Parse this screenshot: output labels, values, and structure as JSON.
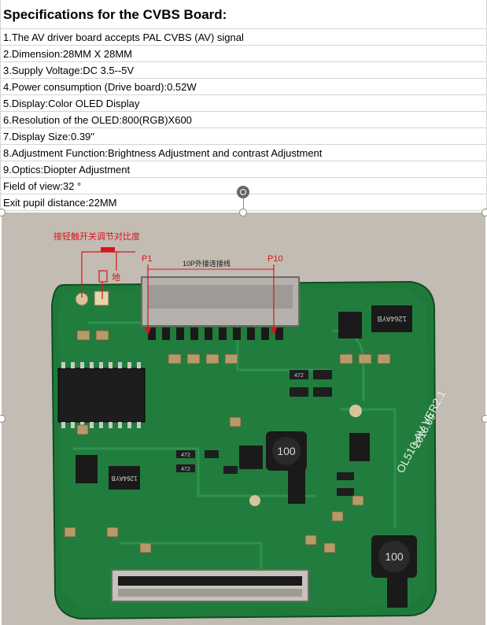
{
  "spec": {
    "title": "Specifications for the CVBS Board:",
    "lines": [
      "1.The AV driver board accepts PAL CVBS (AV) signal",
      "2.Dimension:28MM X 28MM",
      "3.Supply Voltage:DC 3.5--5V",
      "4.Power consumption (Drive board):0.52W",
      "5.Display:Color OLED Display",
      "6.Resolution of the OLED:800(RGB)X600",
      "7.Display Size:0.39\"",
      "8.Adjustment Function:Brightness Adjustment and contrast Adjustment",
      "9.Optics:Diopter Adjustment",
      "Field of view:32 °",
      "Exit pupil distance:22MM"
    ]
  },
  "photo": {
    "callout_switch": "接轻触开关调节对比度",
    "label_ground": "地",
    "label_p1": "P1",
    "label_p10": "P10",
    "label_connector": "10P外接连接线",
    "board_silk": "OL510-AV VER2.1",
    "board_date": "2018.09",
    "inductor_1": "100",
    "inductor_2": "100",
    "chip_1": "1264AYB",
    "chip_2": "1264AYB",
    "res_a": "472",
    "res_b": "472",
    "res_c": "472"
  },
  "colors": {
    "pcb": "#1f7a3a",
    "pcb_dark": "#135a28",
    "annotation_red": "#d9141b"
  }
}
